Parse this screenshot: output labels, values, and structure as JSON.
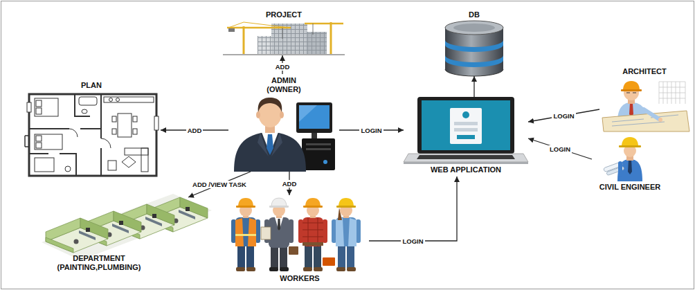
{
  "diagram": {
    "nodes": [
      {
        "text": [
          "PROJECT"
        ]
      },
      {
        "text": [
          "DB"
        ]
      },
      {
        "text": [
          "ADMIN (OWNER)"
        ]
      },
      {
        "text": [
          "PLAN"
        ]
      },
      {
        "text": [
          "ARCHITECT"
        ]
      },
      {
        "text": [
          "WEB APPLICATION"
        ]
      },
      {
        "text": [
          "CIVIL ENGINEER"
        ]
      },
      {
        "text": [
          "DEPARTMENT (PAINTING,PLUMBING)"
        ]
      },
      {
        "text": [
          "WORKERS"
        ]
      }
    ],
    "edges": [
      {
        "from": 2,
        "to": 0,
        "label": "ADD",
        "arrow": "to"
      },
      {
        "from": 2,
        "to": 3,
        "label": "ADD",
        "arrow": "to"
      },
      {
        "from": 2,
        "to": 5,
        "label": "LOGIN",
        "arrow": "to"
      },
      {
        "from": 5,
        "to": 1,
        "arrow": "to"
      },
      {
        "from": 4,
        "to": 5,
        "label": "LOGIN",
        "arrow": "to"
      },
      {
        "from": 6,
        "to": 5,
        "label": "LOGIN",
        "arrow": "to"
      },
      {
        "from": 2,
        "to": 7,
        "label": "ADD /VIEW TASK",
        "arrow": "to"
      },
      {
        "from": 2,
        "to": 8,
        "label": "ADD",
        "arrow": "to"
      },
      {
        "from": 8,
        "to": 5,
        "label": "LOGIN",
        "arrow": "to"
      }
    ]
  }
}
